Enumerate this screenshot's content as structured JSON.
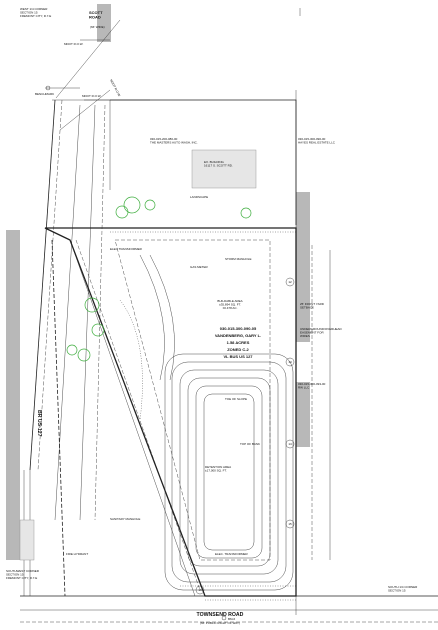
{
  "labels": {
    "corner_top": "WEST 1/4 CORNER\nSECTION 15\nFREMONT CITY, R.7.E",
    "scott_road": "SCOTT\nROAD",
    "scott_road_sub": "(66' WIDE)",
    "mdot_row_1": "MDOT R.O.W.",
    "mdot_row_2": "MDOT R.O.W.",
    "mdot_row_3": "MDOT R.O.W.",
    "benchmark_top": "BENCHMARK",
    "neighbor_top": "030-015-200-080-00\nTHE MASTERS AUTO WASH, INC.",
    "building": "EX. BUILDING\n16117 S. SCOTT RD.",
    "neighbor_right_top": "030-015-300-090-00\nHAYES REAL ESTATE LLC",
    "parcel_id": "030-015-300-090-05",
    "owner": "VANDENBERG, GARY L.",
    "acres": "1.58 ACRES",
    "zoning": "ZONED C-2",
    "address": "VL BUS US 127",
    "buildable": "BUILDABLE AREA\n±35,894 SQ. FT.\n±0.478 AC.",
    "br_us": "BR US-127",
    "detention": "DETENTION AREA\n±17,000 SQ. FT.",
    "neighbor_right_mid": "030-015-300-093-00\nRW LLC",
    "setback": "25' FRONT YARD\nSETBACK",
    "easement": "UNDERGROUND/OVERHEAD\nEASEMENT FOR\nWIRES",
    "townsend": "TOWNSEND ROAD",
    "townsend_sub": "(66' PUBLIC RIGHT OF WAY)",
    "corner_sw": "SOUTHWEST CORNER\nSECTION 15\nFREMONT CITY, R.7.E",
    "corner_s": "SOUTH 1/4 CORNER\nSECTION 15",
    "benchmark_bottom": "BM-6",
    "elec_transformer": "ELEC TRANSFORMER",
    "elec_transformer_2": "ELEC. TRANSFORMER",
    "storm_manhole": "STORM MANHOLE",
    "sanitary_manhole": "SANITARY MANHOLE",
    "top_of_bank": "TOP OF BANK",
    "toe_of_slope": "TOE OF SLOPE",
    "landscape": "LANDSCAPE",
    "fire_hydrant": "FIRE HYDRANT",
    "gas_meter": "GAS METER"
  },
  "markers": [
    "12",
    "13",
    "14",
    "15",
    "16"
  ],
  "colors": {
    "line": "#222222",
    "fill_grey": "#b8b8b8",
    "tree": "#3fae3f"
  }
}
